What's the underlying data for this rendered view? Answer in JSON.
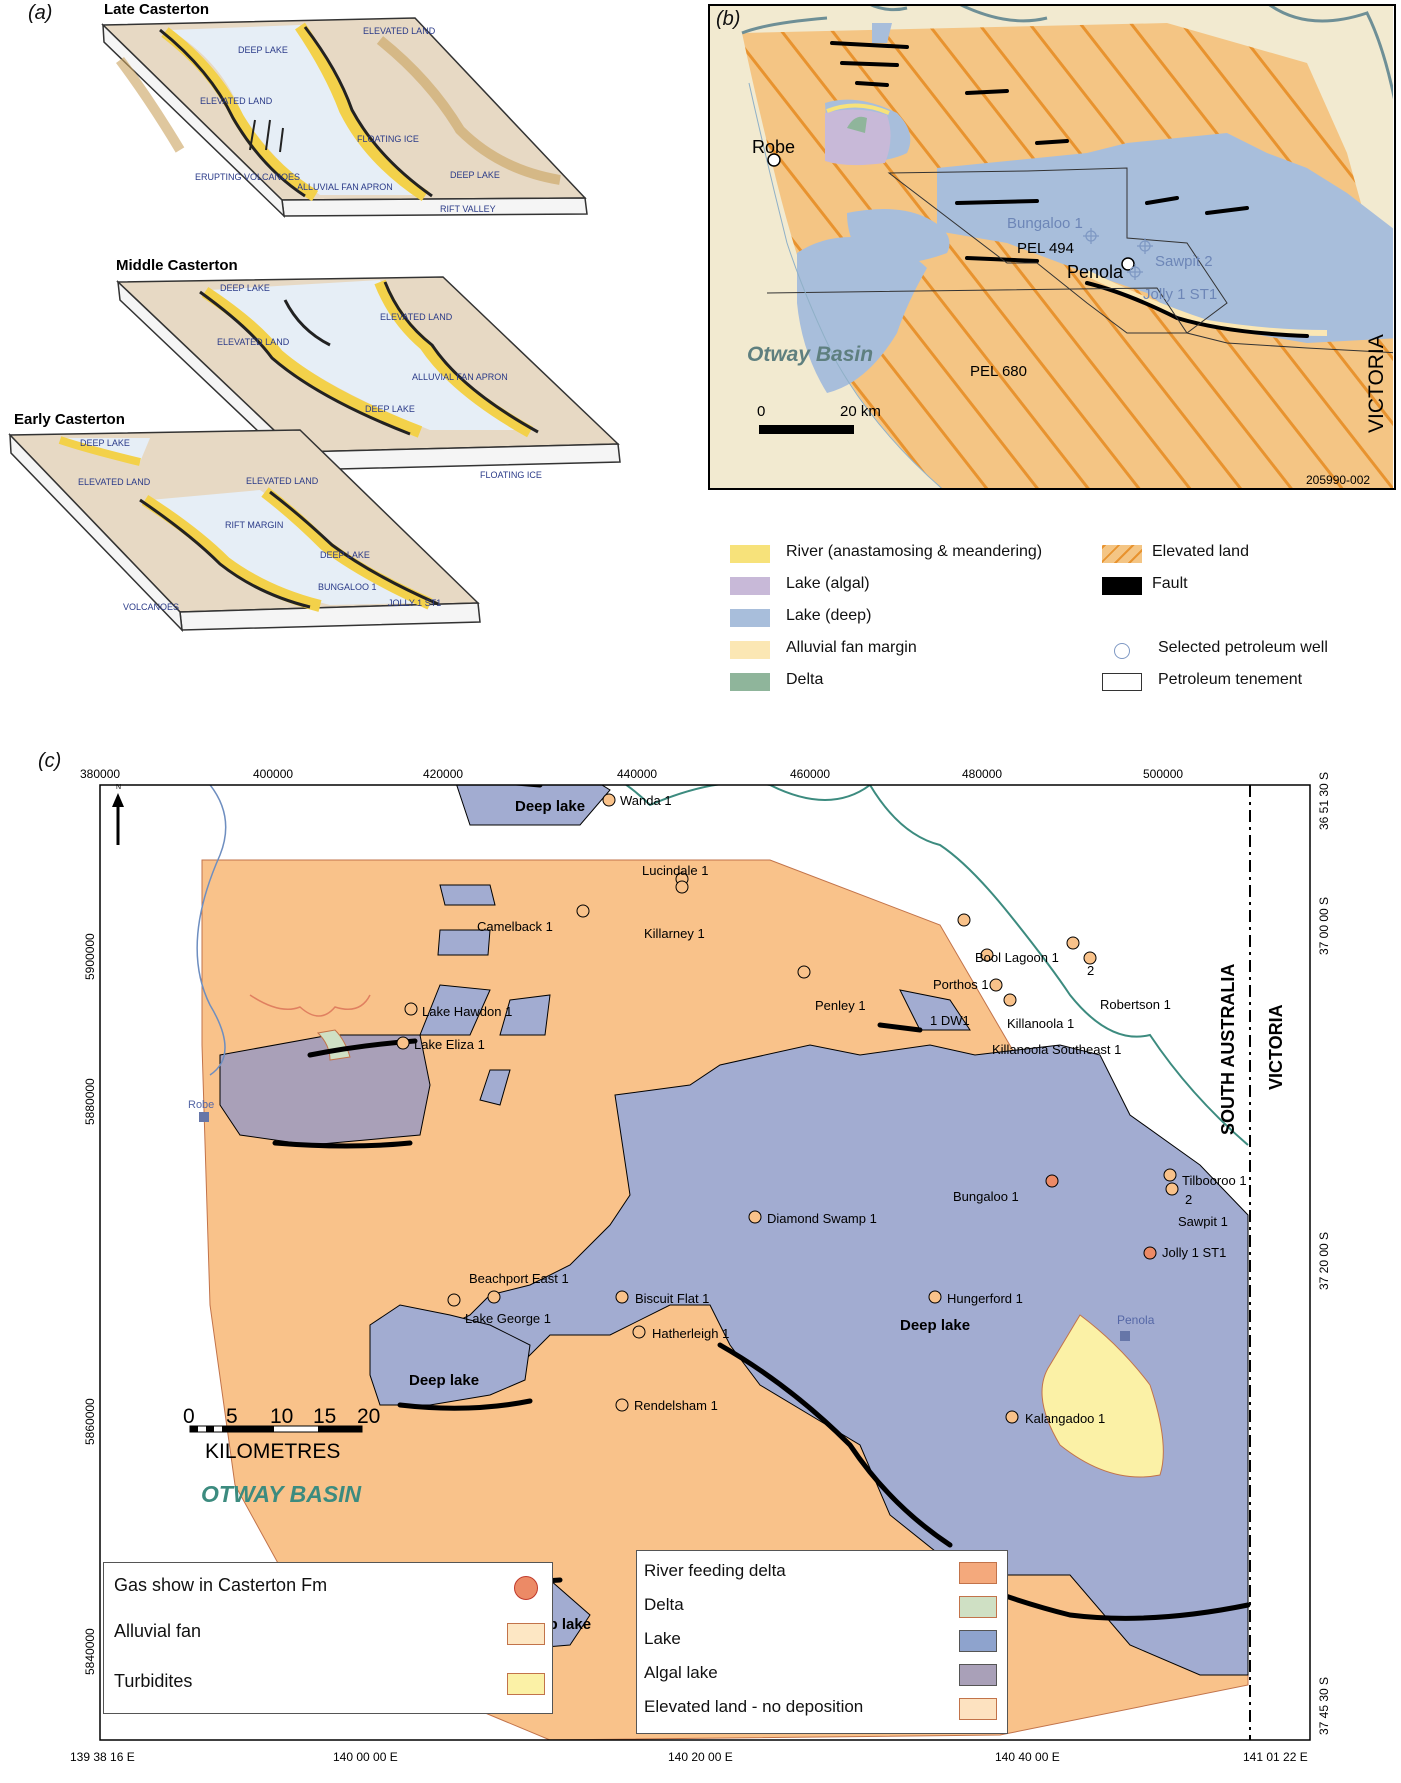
{
  "panel_a": {
    "label": "(a)",
    "late": {
      "title": "Late Casterton",
      "notes": [
        "DEEP LAKE",
        "ELEVATED LAND",
        "ELEVATED LAND",
        "FLOATING ICE",
        "ERUPTING VOLCANOES",
        "ALLUVIAL FAN APRON",
        "DEEP LAKE",
        "RIFT VALLEY"
      ]
    },
    "middle": {
      "title": "Middle Casterton",
      "notes": [
        "DEEP LAKE",
        "ELEVATED LAND",
        "ELEVATED LAND",
        "ALLUVIAL FAN APRON",
        "DEEP LAKE",
        "FLOATING ICE"
      ]
    },
    "early": {
      "title": "Early Casterton",
      "notes": [
        "DEEP LAKE",
        "ELEVATED LAND",
        "ELEVATED LAND",
        "RIFT MARGIN",
        "DEEP LAKE",
        "BUNGALOO 1",
        "JOLLY 1 ST1",
        "VOLCANOES"
      ]
    }
  },
  "panel_b": {
    "label": "(b)",
    "places": {
      "robe": "Robe",
      "penola": "Penola"
    },
    "wells": [
      "Bungaloo 1",
      "Sawpit 2",
      "Jolly 1 ST1"
    ],
    "tenements": [
      "PEL 494",
      "PEL 680"
    ],
    "basin": "Otway Basin",
    "state": "VICTORIA",
    "scale": {
      "zero": "0",
      "end": "20 km"
    },
    "code": "205990-002"
  },
  "legend_b": {
    "items": [
      {
        "label": "River (anastamosing & meandering)",
        "color": "#f7e27a"
      },
      {
        "label": "Lake (algal)",
        "color": "#c8b9d8"
      },
      {
        "label": "Lake (deep)",
        "color": "#a8bedb"
      },
      {
        "label": "Alluvial fan margin",
        "color": "#fbe7b4"
      },
      {
        "label": "Delta",
        "color": "#8fb59b"
      },
      {
        "label": "Elevated land",
        "color": "#f4c584"
      },
      {
        "label": "Fault",
        "color": "#000000"
      },
      {
        "label": "Selected petroleum well",
        "color": "#7f99c4"
      },
      {
        "label": "Petroleum tenement",
        "color": "#ffffff"
      }
    ]
  },
  "panel_c": {
    "label": "(c)",
    "top_ticks": [
      "380000",
      "400000",
      "420000",
      "440000",
      "460000",
      "480000",
      "500000"
    ],
    "left_ticks": [
      "5900000",
      "5880000",
      "5860000",
      "5840000"
    ],
    "bottom_ticks": [
      "139 38 16 E",
      "140 00 00 E",
      "140 20 00 E",
      "140 40 00 E",
      "141 01 22 E"
    ],
    "right_ticks": [
      "36 51 30 S",
      "37 00 00 S",
      "37 20 00 S",
      "37 45 30 S"
    ],
    "north": "N",
    "states": [
      "SOUTH AUSTRALIA",
      "VICTORIA"
    ],
    "basin": "OTWAY BASIN",
    "deep_lake_labels": [
      "Deep lake",
      "Deep lake",
      "Deep lake",
      "Deep lake"
    ],
    "towns": [
      "Robe",
      "Penola"
    ],
    "wells": [
      "Wanda 1",
      "Lucindale 1",
      "Camelback 1",
      "Killarney 1",
      "Bool Lagoon 1",
      "2",
      "Porthos 1",
      "Robertson 1",
      "Penley 1",
      "1 DW1",
      "Killanoola 1",
      "Killanoola Southeast 1",
      "Lake Hawdon 1",
      "Lake Eliza 1",
      "Tilbooroo 1",
      "Bungaloo 1",
      "2",
      "Sawpit 1",
      "Diamond Swamp 1",
      "Jolly 1 ST1",
      "Beachport East 1",
      "Biscuit Flat 1",
      "Lake George 1",
      "Hungerford 1",
      "Hatherleigh 1",
      "Rendelsham 1",
      "Kalangadoo 1"
    ],
    "scale": {
      "ticks": [
        "0",
        "5",
        "10",
        "15",
        "20"
      ],
      "unit": "KILOMETRES"
    },
    "legend_left": [
      {
        "label": "Gas show in Casterton Fm",
        "color": "#ec8a66"
      },
      {
        "label": "Alluvial fan",
        "color": "#fde7c4"
      },
      {
        "label": "Turbidites",
        "color": "#fbf1a6"
      }
    ],
    "legend_right": [
      {
        "label": "River feeding delta",
        "color": "#f4a97c"
      },
      {
        "label": "Delta",
        "color": "#cfe0c4"
      },
      {
        "label": "Lake",
        "color": "#8ea3cd"
      },
      {
        "label": "Algal lake",
        "color": "#a9a0b8"
      },
      {
        "label": "Elevated land - no deposition",
        "color": "#fde2c0"
      }
    ]
  }
}
